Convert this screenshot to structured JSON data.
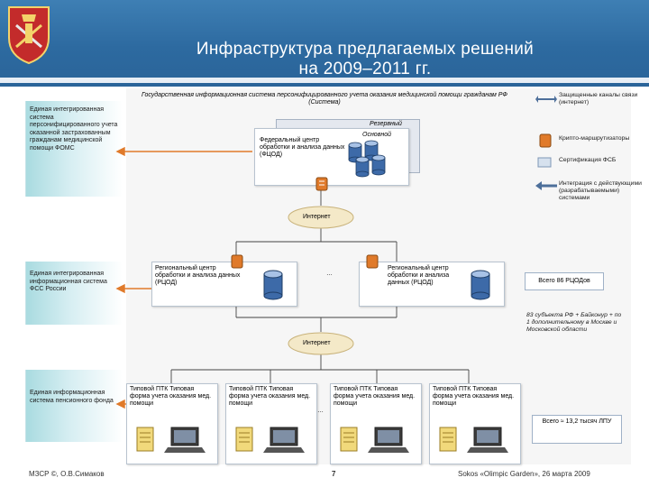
{
  "header": {
    "title_line1": "Инфраструктура предлагаемых решений",
    "title_line2": "на 2009–2011 гг.",
    "colors": {
      "primary": "#2d6aa0",
      "background": "#f6f6f6",
      "accent": "#e07a2a"
    }
  },
  "left_panel": {
    "box1": "Единая интегрированная система персонифицированного учета оказанной застрахованным гражданам медицинской помощи ФОМС",
    "box2": "Единая интегрированная информационная система ФСС России",
    "box3": "Единая информационная система пенсионного фонда"
  },
  "diagram": {
    "top_caption": "Государственная информационная система персонифицированного учета оказания медицинской помощи гражданам РФ (Система)",
    "reserve_label": "Резервный",
    "main_label": "Основной",
    "fcod_label": "Федеральный центр обработки и анализа данных (ФЦОД)",
    "internet1": "Интернет",
    "internet2": "Интернет",
    "rcod_left": "Региональный центр обработки и анализа данных (РЦОД)",
    "rcod_right": "Региональный центр обработки и анализа данных (РЦОД)",
    "ellipsis_mid": "…",
    "ellipsis_bottom": "…",
    "ptk_cards": [
      "Типовой ПТК Типовая форма учета оказания мед. помощи",
      "Типовой ПТК Типовая форма учета оказания мед. помощи",
      "Типовой ПТК Типовая форма учета оказания мед. помощи",
      "Типовой ПТК Типовая форма учета оказания мед. помощи"
    ]
  },
  "legend": {
    "items": [
      {
        "icon": "double-arrow-icon",
        "text": "Защищенные каналы связи (интернет)"
      },
      {
        "icon": "crypto-router-icon",
        "text": "Крипто-маршрутизаторы"
      },
      {
        "icon": "fsb-cert-icon",
        "text": "Сертификация ФСБ"
      },
      {
        "icon": "integration-arrow-icon",
        "text": "Интеграция с действующими (разрабатываемыми) системами"
      }
    ],
    "rcod_total": "Всего 86 РЦОДов",
    "rcod_note": "83 субъекта РФ + Байконур + по 1 дополнительному в Москве и Московской области",
    "lpu_total": "Всего ≈ 13,2 тысяч ЛПУ"
  },
  "footer": {
    "left": "МЗСР ©, О.В.Симаков",
    "page": "7",
    "right": "Sokos «Olimpic Garden», 26 марта 2009"
  }
}
